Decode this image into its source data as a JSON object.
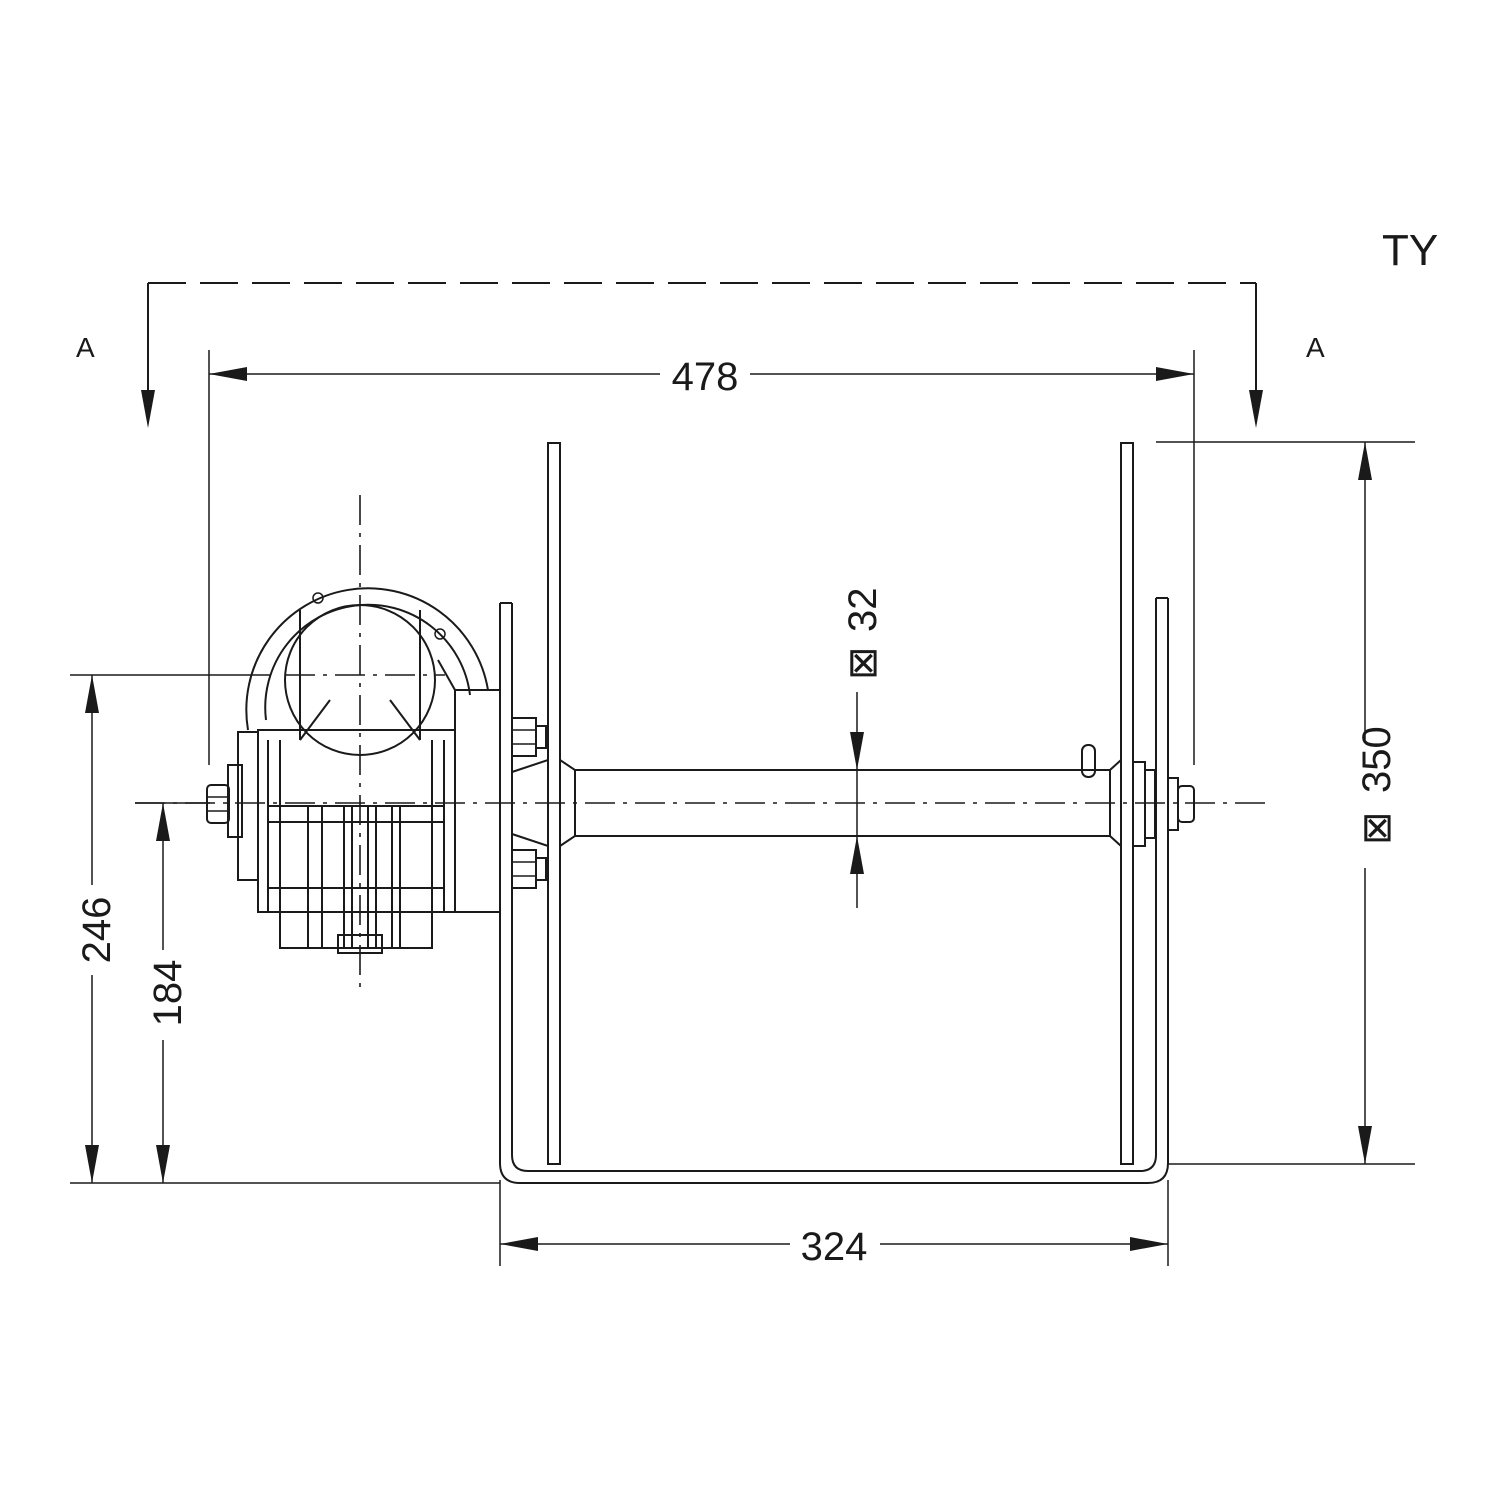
{
  "drawing": {
    "view_label": "TY",
    "section_labels": [
      "A",
      "A"
    ],
    "dimensions": {
      "overall_width": "478",
      "frame_width": "324",
      "frame_height": "350",
      "shaft_size": "32",
      "motor_center_height": "246",
      "shaft_center_height": "184"
    },
    "square_symbol": "⊠"
  }
}
